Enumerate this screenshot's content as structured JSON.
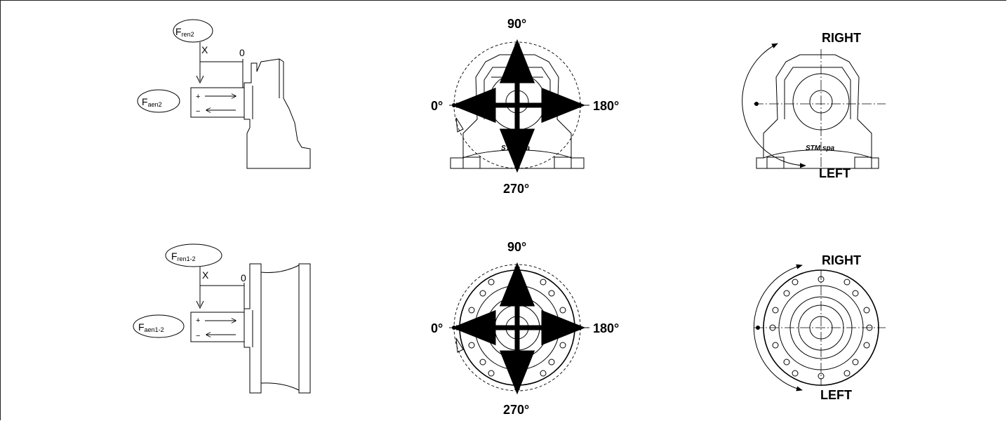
{
  "shaft_top": {
    "radial_force": {
      "main": "F",
      "sub": "ren2"
    },
    "axial_force": {
      "main": "F",
      "sub": "aen2"
    },
    "x_label": "X",
    "zero_label": "0",
    "plus_sign": "+",
    "minus_sign": "−"
  },
  "shaft_bottom": {
    "radial_force": {
      "main": "F",
      "sub": "ren1-2"
    },
    "axial_force": {
      "main": "F",
      "sub": "aen1-2"
    },
    "x_label": "X",
    "zero_label": "0",
    "plus_sign": "+",
    "minus_sign": "−"
  },
  "angle_top": {
    "deg90": "90°",
    "deg0": "0°",
    "deg180": "180°",
    "deg270": "270°",
    "brand": "STM spa"
  },
  "angle_bottom": {
    "deg90": "90°",
    "deg0": "0°",
    "deg180": "180°",
    "deg270": "270°"
  },
  "rotation_top": {
    "right": "RIGHT",
    "left": "LEFT",
    "brand": "STM spa"
  },
  "rotation_bottom": {
    "right": "RIGHT",
    "left": "LEFT"
  }
}
